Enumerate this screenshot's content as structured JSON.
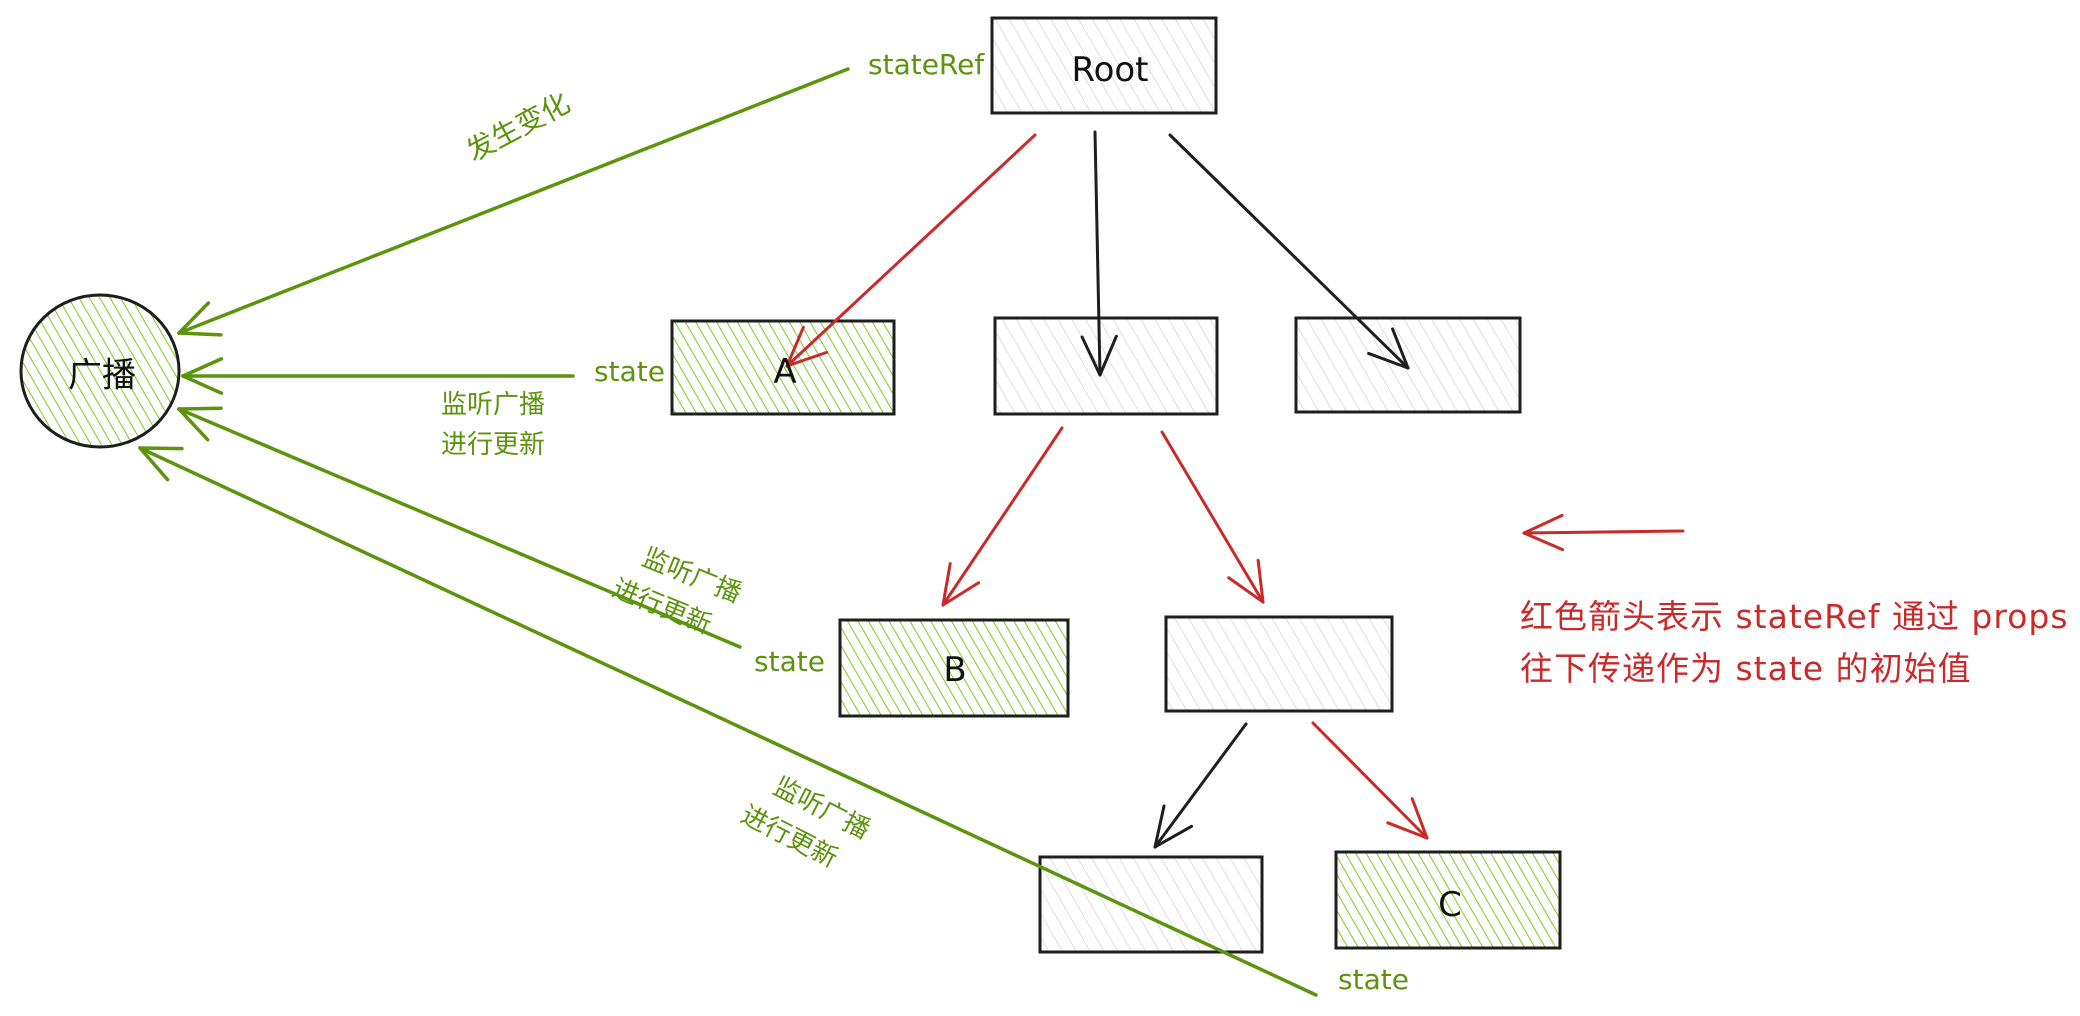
{
  "colors": {
    "stroke": "#1e1e1e",
    "green_stroke": "#5c940d",
    "green_fill": "#82c91e",
    "gray_fill": "#ced4da",
    "red": "#c92a2a"
  },
  "nodes": {
    "root": {
      "label": "Root",
      "fill": "gray"
    },
    "a": {
      "label": "A",
      "fill": "green"
    },
    "mid2": {
      "label": "",
      "fill": "gray"
    },
    "mid3": {
      "label": "",
      "fill": "gray"
    },
    "b": {
      "label": "B",
      "fill": "green"
    },
    "bsib": {
      "label": "",
      "fill": "gray"
    },
    "cleft": {
      "label": "",
      "fill": "gray"
    },
    "c": {
      "label": "C",
      "fill": "green"
    },
    "broadcast": {
      "label": "广播",
      "fill": "green"
    }
  },
  "labels": {
    "state_ref": "stateRef",
    "state_a": "state",
    "state_b": "state",
    "state_c": "state",
    "change": "发生变化",
    "listen_a_line1": "监听广播",
    "listen_a_line2": "进行更新",
    "listen_b_line1": "监听广播",
    "listen_b_line2": "进行更新",
    "listen_c_line1": "监听广播",
    "listen_c_line2": "进行更新"
  },
  "legend": {
    "line1": "红色箭头表示 stateRef 通过 props",
    "line2": "往下传递作为 state 的初始值"
  },
  "edges": [
    {
      "from": "root",
      "to": "a",
      "color": "red"
    },
    {
      "from": "root",
      "to": "mid2",
      "color": "black"
    },
    {
      "from": "root",
      "to": "mid3",
      "color": "black"
    },
    {
      "from": "mid2",
      "to": "b",
      "color": "red"
    },
    {
      "from": "mid2",
      "to": "bsib",
      "color": "red"
    },
    {
      "from": "bsib",
      "to": "cleft",
      "color": "black"
    },
    {
      "from": "bsib",
      "to": "c",
      "color": "red"
    },
    {
      "from": "root",
      "to": "broadcast",
      "color": "green"
    },
    {
      "from": "a",
      "to": "broadcast",
      "color": "green"
    },
    {
      "from": "b",
      "to": "broadcast",
      "color": "green"
    },
    {
      "from": "c",
      "to": "broadcast",
      "color": "green"
    }
  ]
}
